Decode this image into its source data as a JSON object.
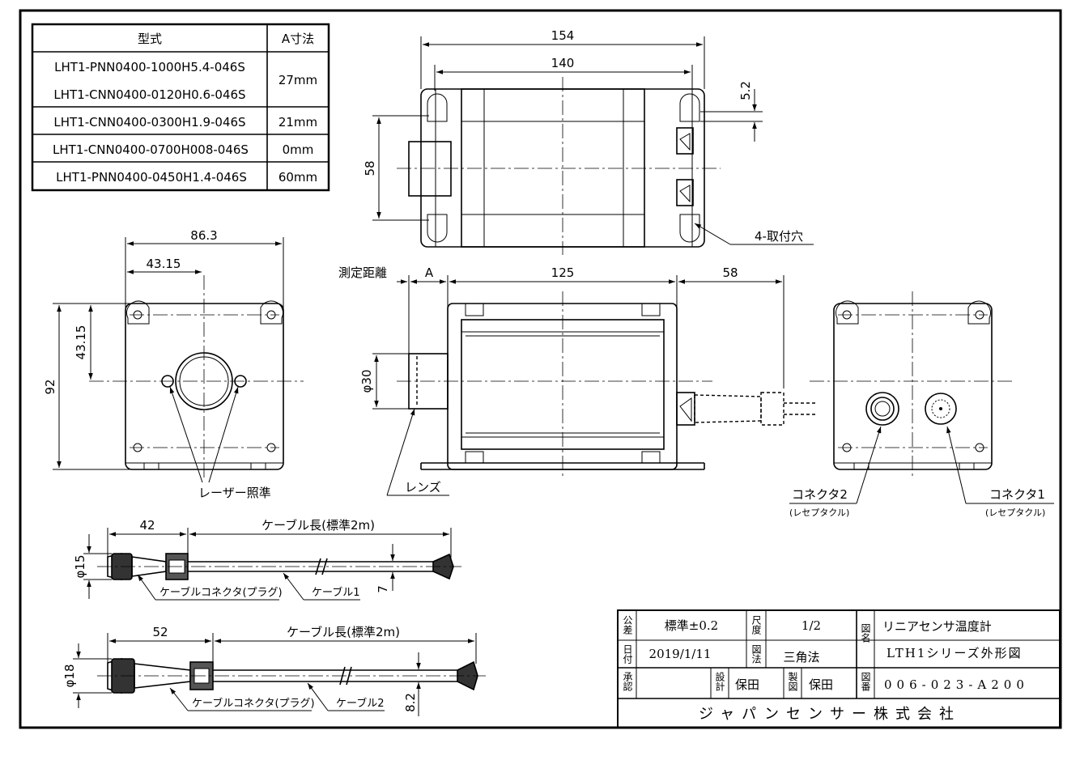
{
  "spec_table": {
    "header_model": "型式",
    "header_dim": "A寸法",
    "rows": [
      {
        "model": "LHT1-PNN0400-1000H5.4-046S"
      },
      {
        "model": "LHT1-CNN0400-0120H0.6-046S"
      },
      {
        "model": "LHT1-CNN0400-0300H1.9-046S"
      },
      {
        "model": "LHT1-CNN0400-0700H008-046S"
      },
      {
        "model": "LHT1-PNN0400-0450H1.4-046S"
      }
    ],
    "dims": [
      "27mm",
      "21mm",
      "0mm",
      "60mm"
    ]
  },
  "top_view": {
    "dim_overall": "154",
    "dim_inner": "140",
    "dim_height": "58",
    "dim_slot": "5.2",
    "label_holes": "4-取付穴"
  },
  "front_view": {
    "dim_width": "86.3",
    "dim_half_width": "43.15",
    "dim_half_height": "43.15",
    "dim_height": "92",
    "label_laser": "レーザー照準"
  },
  "side_view": {
    "label_measure": "測定距離",
    "label_a": "A",
    "dim_body": "125",
    "dim_cable": "58",
    "dim_lens_dia": "φ30",
    "label_lens": "レンズ"
  },
  "rear_view": {
    "connector2": "コネクタ2",
    "connector2_sub": "(レセプタクル)",
    "connector1": "コネクタ1",
    "connector1_sub": "(レセプタクル)"
  },
  "cable1": {
    "dim_connector": "42",
    "dim_length": "ケーブル長(標準2m)",
    "dim_dia": "φ15",
    "dim_wire": "7",
    "label_plug": "ケーブルコネクタ(プラグ)",
    "label_cable": "ケーブル1"
  },
  "cable2": {
    "dim_connector": "52",
    "dim_length": "ケーブル長(標準2m)",
    "dim_dia": "φ18",
    "dim_wire": "8.2",
    "label_plug": "ケーブルコネクタ(プラグ)",
    "label_cable": "ケーブル2"
  },
  "title_block": {
    "tolerance_label": "公差",
    "tolerance": "標準±0.2",
    "scale_label": "尺度",
    "scale": "1/2",
    "drawing_label": "図名",
    "name_line1": "リニアセンサ温度計",
    "name_line2": "LTH1シリーズ外形図",
    "date_label": "日付",
    "date": "2019/1/11",
    "method_label": "図法",
    "method": "三角法",
    "approve_label": "承認",
    "design_label": "設計",
    "designer": "保田",
    "draft_label": "製図",
    "drafter": "保田",
    "number_label": "図番",
    "number": "006-023-A200",
    "company": "ジャパンセンサー株式会社"
  }
}
